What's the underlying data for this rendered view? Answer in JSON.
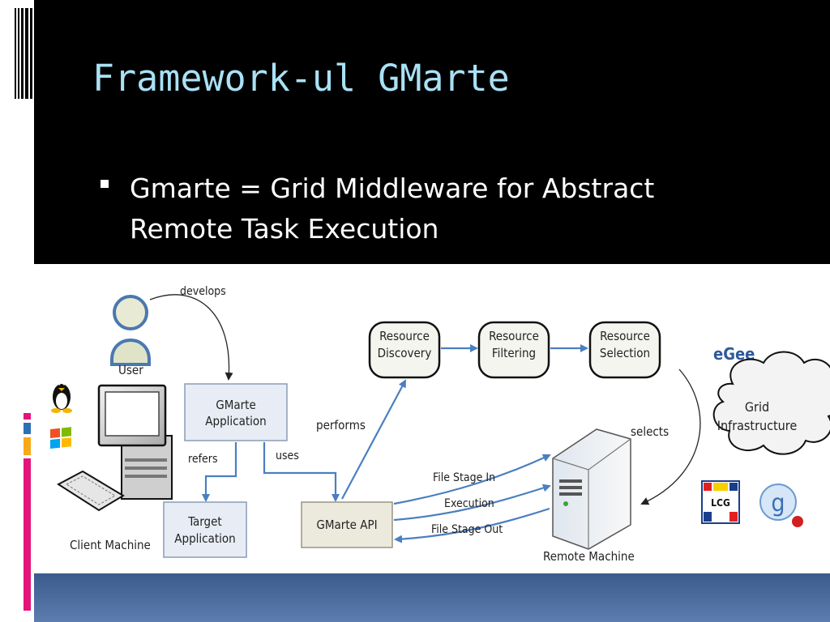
{
  "slide": {
    "title": "Framework-ul GMarte",
    "bullets": [
      {
        "text": "Gmarte = Grid Middleware for Abstract Remote Task Execution"
      }
    ]
  },
  "diagram": {
    "nodes": {
      "user": "User",
      "client_machine": "Client Machine",
      "gmarte_app_line1": "GMarte",
      "gmarte_app_line2": "Application",
      "target_app_line1": "Target",
      "target_app_line2": "Application",
      "gmarte_api": "GMarte API",
      "res_discovery_line1": "Resource",
      "res_discovery_line2": "Discovery",
      "res_filtering_line1": "Resource",
      "res_filtering_line2": "Filtering",
      "res_selection_line1": "Resource",
      "res_selection_line2": "Selection",
      "remote_machine": "Remote Machine",
      "grid_line1": "Grid",
      "grid_line2": "Infrastructure"
    },
    "edges": {
      "develops": "develops",
      "refers": "refers",
      "uses": "uses",
      "performs": "performs",
      "selects": "selects",
      "file_stage_in": "File Stage In",
      "execution": "Execution",
      "file_stage_out": "File Stage Out"
    },
    "logos": {
      "egee": "eGee",
      "lcg": "LCG",
      "g": "g"
    }
  },
  "colors": {
    "title": "#a9e1f5",
    "background": "#000000",
    "arrow": "#4a7fc0",
    "box_fill": "#e8edf5",
    "api_fill": "#ece9dd",
    "band": "#4a6b9e",
    "accent_pink": "#e3157c",
    "accent_orange": "#f7a81b"
  }
}
